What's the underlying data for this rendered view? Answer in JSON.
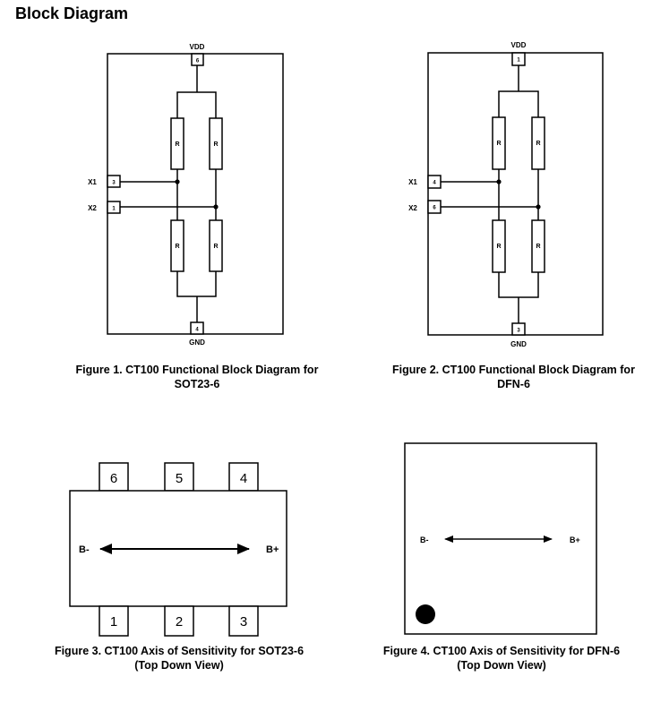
{
  "page": {
    "title": "Block Diagram"
  },
  "figure1": {
    "caption_line1": "Figure 1. CT100 Functional Block Diagram for",
    "caption_line2": "SOT23-6",
    "vdd_label": "VDD",
    "gnd_label": "GND",
    "x1_label": "X1",
    "x2_label": "X2",
    "pin_vdd": "6",
    "pin_gnd": "4",
    "pin_x1": "3",
    "pin_x2": "1",
    "resistor_label": "R"
  },
  "figure2": {
    "caption_line1": "Figure 2. CT100 Functional Block Diagram for",
    "caption_line2": "DFN-6",
    "vdd_label": "VDD",
    "gnd_label": "GND",
    "x1_label": "X1",
    "x2_label": "X2",
    "pin_vdd": "1",
    "pin_gnd": "3",
    "pin_x1": "4",
    "pin_x2": "6",
    "resistor_label": "R"
  },
  "figure3": {
    "caption_line1": "Figure 3. CT100 Axis of Sensitivity for SOT23-6",
    "caption_line2": "(Top Down View)",
    "top_pins": [
      "6",
      "5",
      "4"
    ],
    "bottom_pins": [
      "1",
      "2",
      "3"
    ],
    "b_minus": "B-",
    "b_plus": "B+"
  },
  "figure4": {
    "caption_line1": "Figure 4. CT100 Axis of Sensitivity for DFN-6",
    "caption_line2": "(Top Down View)",
    "b_minus": "B-",
    "b_plus": "B+"
  }
}
